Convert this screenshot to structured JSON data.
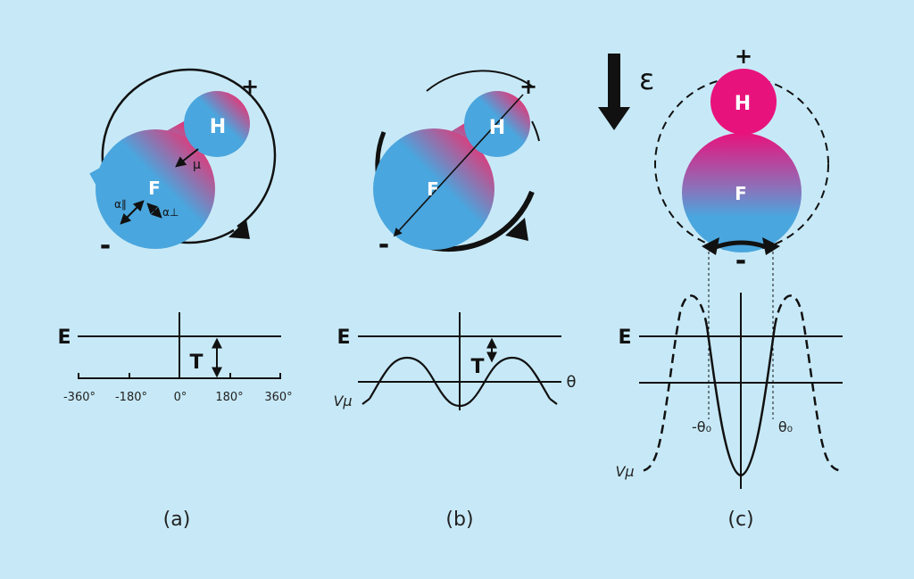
{
  "colors": {
    "background": "#c7e9f7",
    "fluorine": "#4aa6de",
    "hydrogen": "#e8127c",
    "ink": "#111111"
  },
  "panel_a": {
    "atom_f": "F",
    "atom_h": "H",
    "charge_plus": "+",
    "charge_minus": "-",
    "dipole_symbol": "μ",
    "alpha_parallel": "α∥",
    "alpha_perp": "α⊥",
    "energy_label": "E",
    "kinetic_label": "T",
    "ticks": [
      "-360°",
      "-180°",
      "0°",
      "180°",
      "360°"
    ],
    "caption": "(a)"
  },
  "panel_b": {
    "atom_f": "F",
    "atom_h": "H",
    "charge_plus": "+",
    "charge_minus": "-",
    "energy_label": "E",
    "kinetic_label": "T",
    "theta_label": "θ",
    "potential_label": "Vμ",
    "caption": "(b)"
  },
  "panel_c": {
    "field_label": "ε",
    "atom_f": "F",
    "atom_h": "H",
    "charge_plus": "+",
    "charge_minus": "-",
    "energy_label": "E",
    "theta_neg": "-θ₀",
    "theta_pos": "θ₀",
    "potential_label": "Vμ",
    "caption": "(c)"
  }
}
